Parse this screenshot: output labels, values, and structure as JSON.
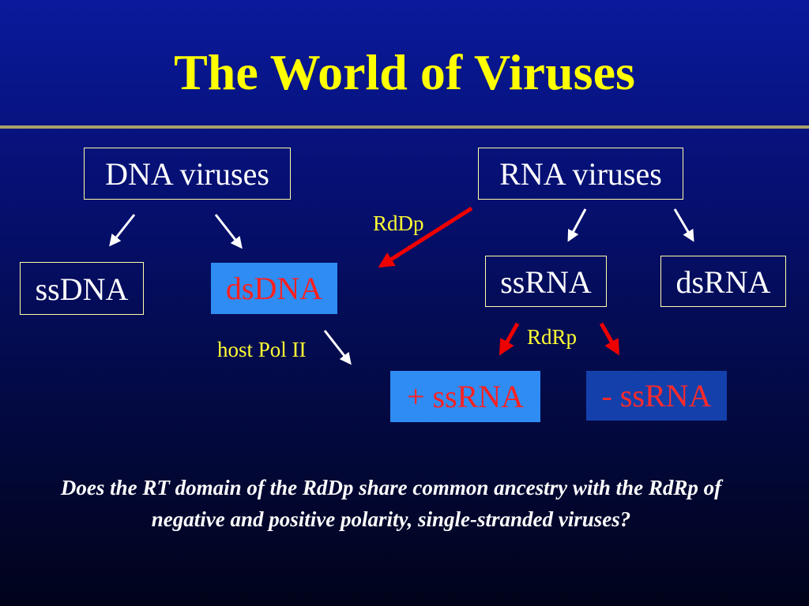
{
  "title": "The World of Viruses",
  "nodes": {
    "dna_viruses": "DNA viruses",
    "rna_viruses": "RNA viruses",
    "ssdna": "ssDNA",
    "dsdna": "dsDNA",
    "ssrna": "ssRNA",
    "dsrna": "dsRNA",
    "plus_ssrna": "+ ssRNA",
    "minus_ssrna": "- ssRNA"
  },
  "labels": {
    "rddp": "RdDp",
    "rdrp": "RdRp",
    "host_pol_ii": "host Pol II"
  },
  "question": "Does the RT domain of the RdDp share common ancestry with the RdRp of negative and positive polarity, single-stranded viruses?",
  "colors": {
    "title": "#ffff00",
    "divider": "#a8a06a",
    "white_arrow": "#ffffff",
    "red_arrow": "#ee0000",
    "dsdna_fill": "#2e8cf2",
    "minus_fill": "#1440ac",
    "highlight_text": "#ff2020",
    "label_text": "#ffff33"
  }
}
